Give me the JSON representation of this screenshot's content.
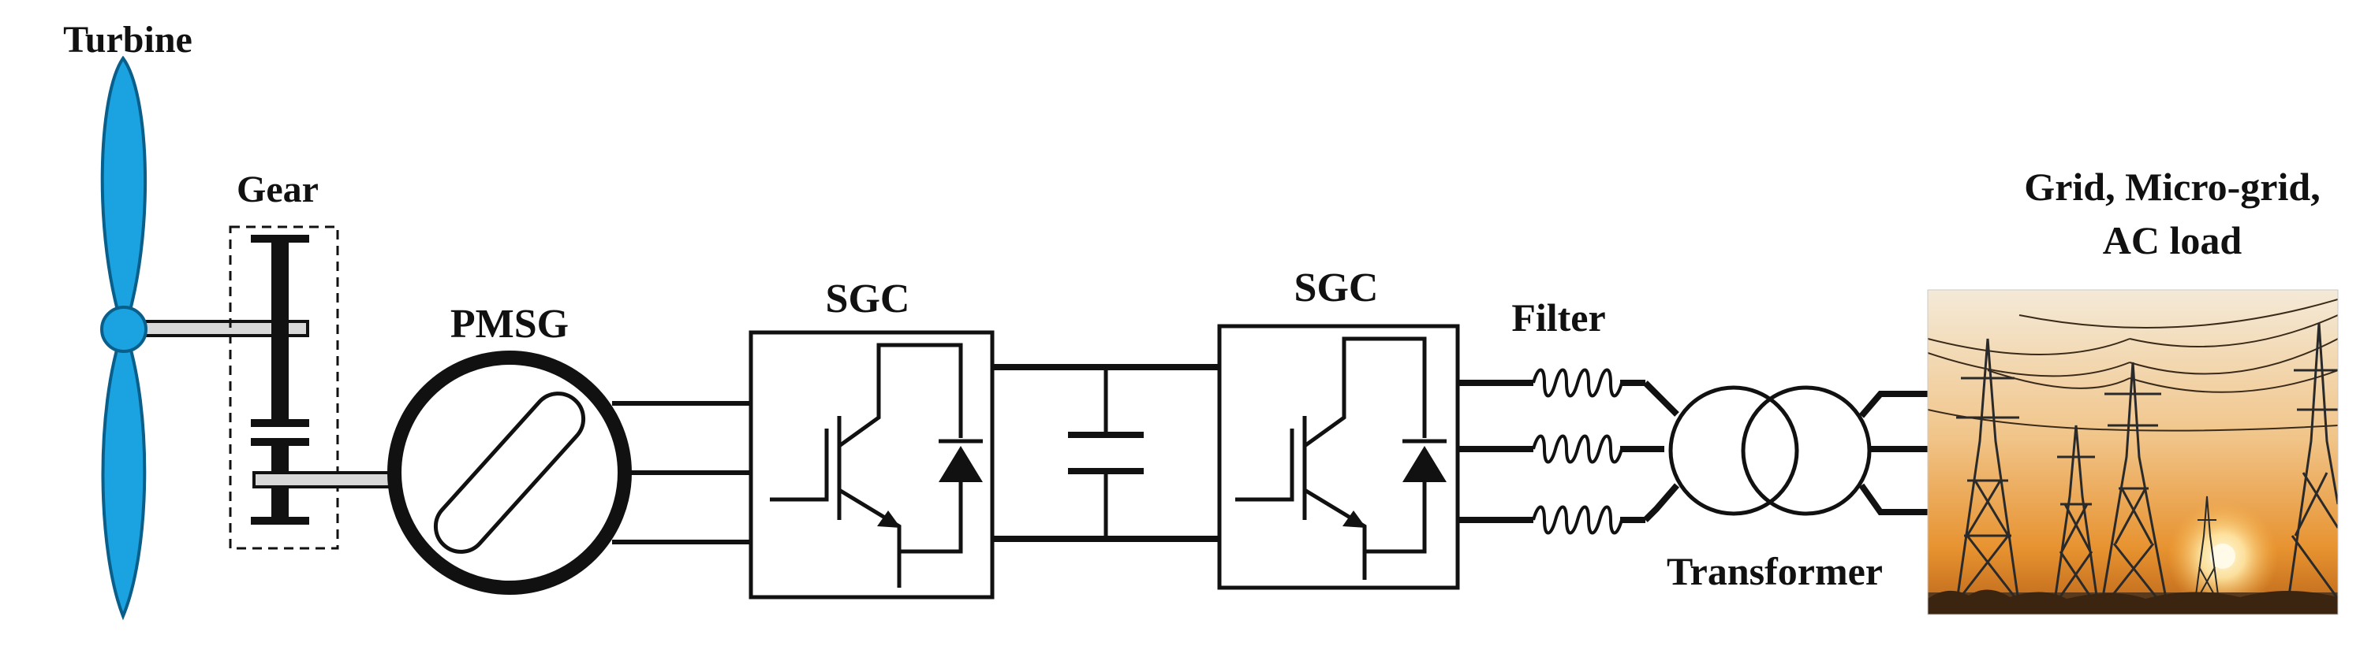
{
  "labels": {
    "turbine": "Turbine",
    "gear": "Gear",
    "pmsg": "PMSG",
    "sgc_left": "SGC",
    "sgc_right": "SGC",
    "filter": "Filter",
    "transformer": "Transformer",
    "grid_line1": "Grid, Micro-grid,",
    "grid_line2": "AC load"
  },
  "colors": {
    "blade": "#1aa3e0",
    "blade_stroke": "#0a5f8a",
    "line": "#111111",
    "shaft_fill": "#d8d8d8",
    "sky_top": "#f3e6cf",
    "sky_mid": "#f2b56b",
    "sky_bottom": "#e07a1f",
    "sun": "#fff6d0",
    "tower": "#2a2a2a"
  }
}
